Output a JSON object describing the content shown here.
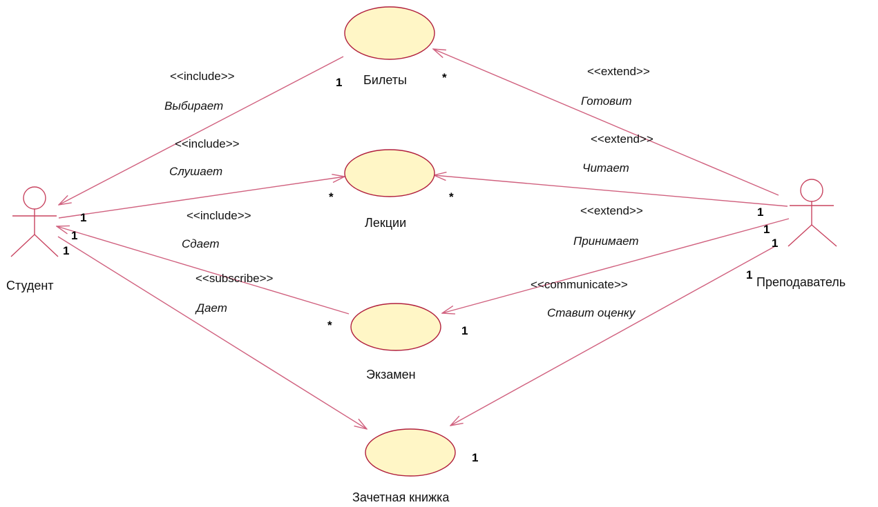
{
  "actors": [
    {
      "id": "student",
      "label": "Студент"
    },
    {
      "id": "teacher",
      "label": "Преподаватель"
    }
  ],
  "use_cases": [
    {
      "id": "tickets",
      "label": "Билеты"
    },
    {
      "id": "lectures",
      "label": "Лекции"
    },
    {
      "id": "exam",
      "label": "Экзамен"
    },
    {
      "id": "gradebook",
      "label": "Зачетная книжка"
    }
  ],
  "associations": [
    {
      "id": "student-tickets",
      "from": "tickets",
      "to": "student",
      "stereotype": "<<include>>",
      "verb": "Выбирает",
      "source_multiplicity": "1",
      "target_multiplicity": ""
    },
    {
      "id": "student-lectures",
      "from": "student",
      "to": "lectures",
      "stereotype": "<<include>>",
      "verb": "Слушает",
      "source_multiplicity": "1",
      "target_multiplicity": "*"
    },
    {
      "id": "student-exam",
      "from": "exam",
      "to": "student",
      "stereotype": "<<include>>",
      "verb": "Сдает",
      "source_multiplicity": "*",
      "target_multiplicity": "1"
    },
    {
      "id": "student-gradebook",
      "from": "student",
      "to": "gradebook",
      "stereotype": "<<subscribe>>",
      "verb": "Дает",
      "source_multiplicity": "1",
      "target_multiplicity": ""
    },
    {
      "id": "teacher-tickets",
      "from": "teacher",
      "to": "tickets",
      "stereotype": "<<extend>>",
      "verb": "Готовит",
      "source_multiplicity": "",
      "target_multiplicity": "*"
    },
    {
      "id": "teacher-lectures",
      "from": "teacher",
      "to": "lectures",
      "stereotype": "<<extend>>",
      "verb": "Читает",
      "source_multiplicity": "1",
      "target_multiplicity": "*"
    },
    {
      "id": "teacher-exam",
      "from": "teacher",
      "to": "exam",
      "stereotype": "<<extend>>",
      "verb": "Принимает",
      "source_multiplicity": "1",
      "target_multiplicity": "1"
    },
    {
      "id": "teacher-gradebook",
      "from": "teacher",
      "to": "gradebook",
      "stereotype": "<<communicate>>",
      "verb": "Ставит оценку",
      "source_multiplicity": "1",
      "target_multiplicity": "1"
    }
  ],
  "extra_multiplicities": [
    "1"
  ],
  "colors": {
    "association_line": "#d0607e",
    "use_case_fill": "#fff6c6",
    "use_case_stroke": "#b01e3c",
    "actor_stroke": "#c8435f"
  }
}
